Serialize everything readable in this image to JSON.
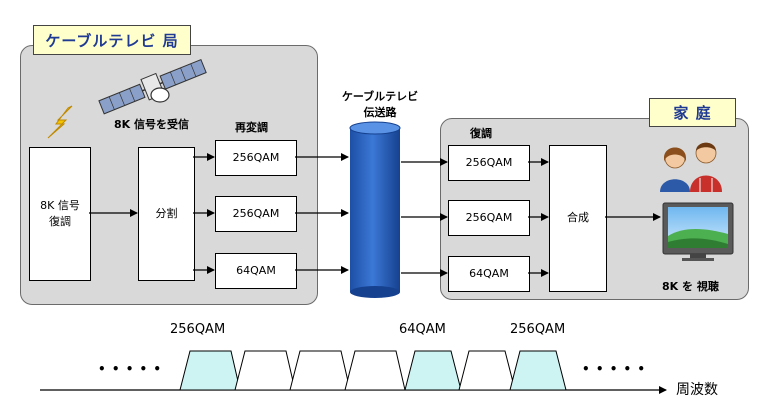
{
  "cable_station": {
    "title": "ケーブルテレビ 局",
    "receive_label": "8K 信号を受信",
    "remod_label": "再変調",
    "demod_box": "8K 信号\n復調",
    "split_box": "分割",
    "outputs": [
      "256QAM",
      "256QAM",
      "64QAM"
    ]
  },
  "transmission": {
    "label_line1": "ケーブルテレビ",
    "label_line2": "伝送路"
  },
  "home": {
    "title": "家 庭",
    "demod_label": "復調",
    "inputs": [
      "256QAM",
      "256QAM",
      "64QAM"
    ],
    "combine_box": "合成",
    "view_label": "8K を 視聴"
  },
  "spectrum": {
    "channel_labels": [
      "256QAM",
      "64QAM",
      "256QAM"
    ],
    "axis_label": "周波数",
    "ellipsis": "• • • • •",
    "highlight_color": "#cdf3f3"
  }
}
